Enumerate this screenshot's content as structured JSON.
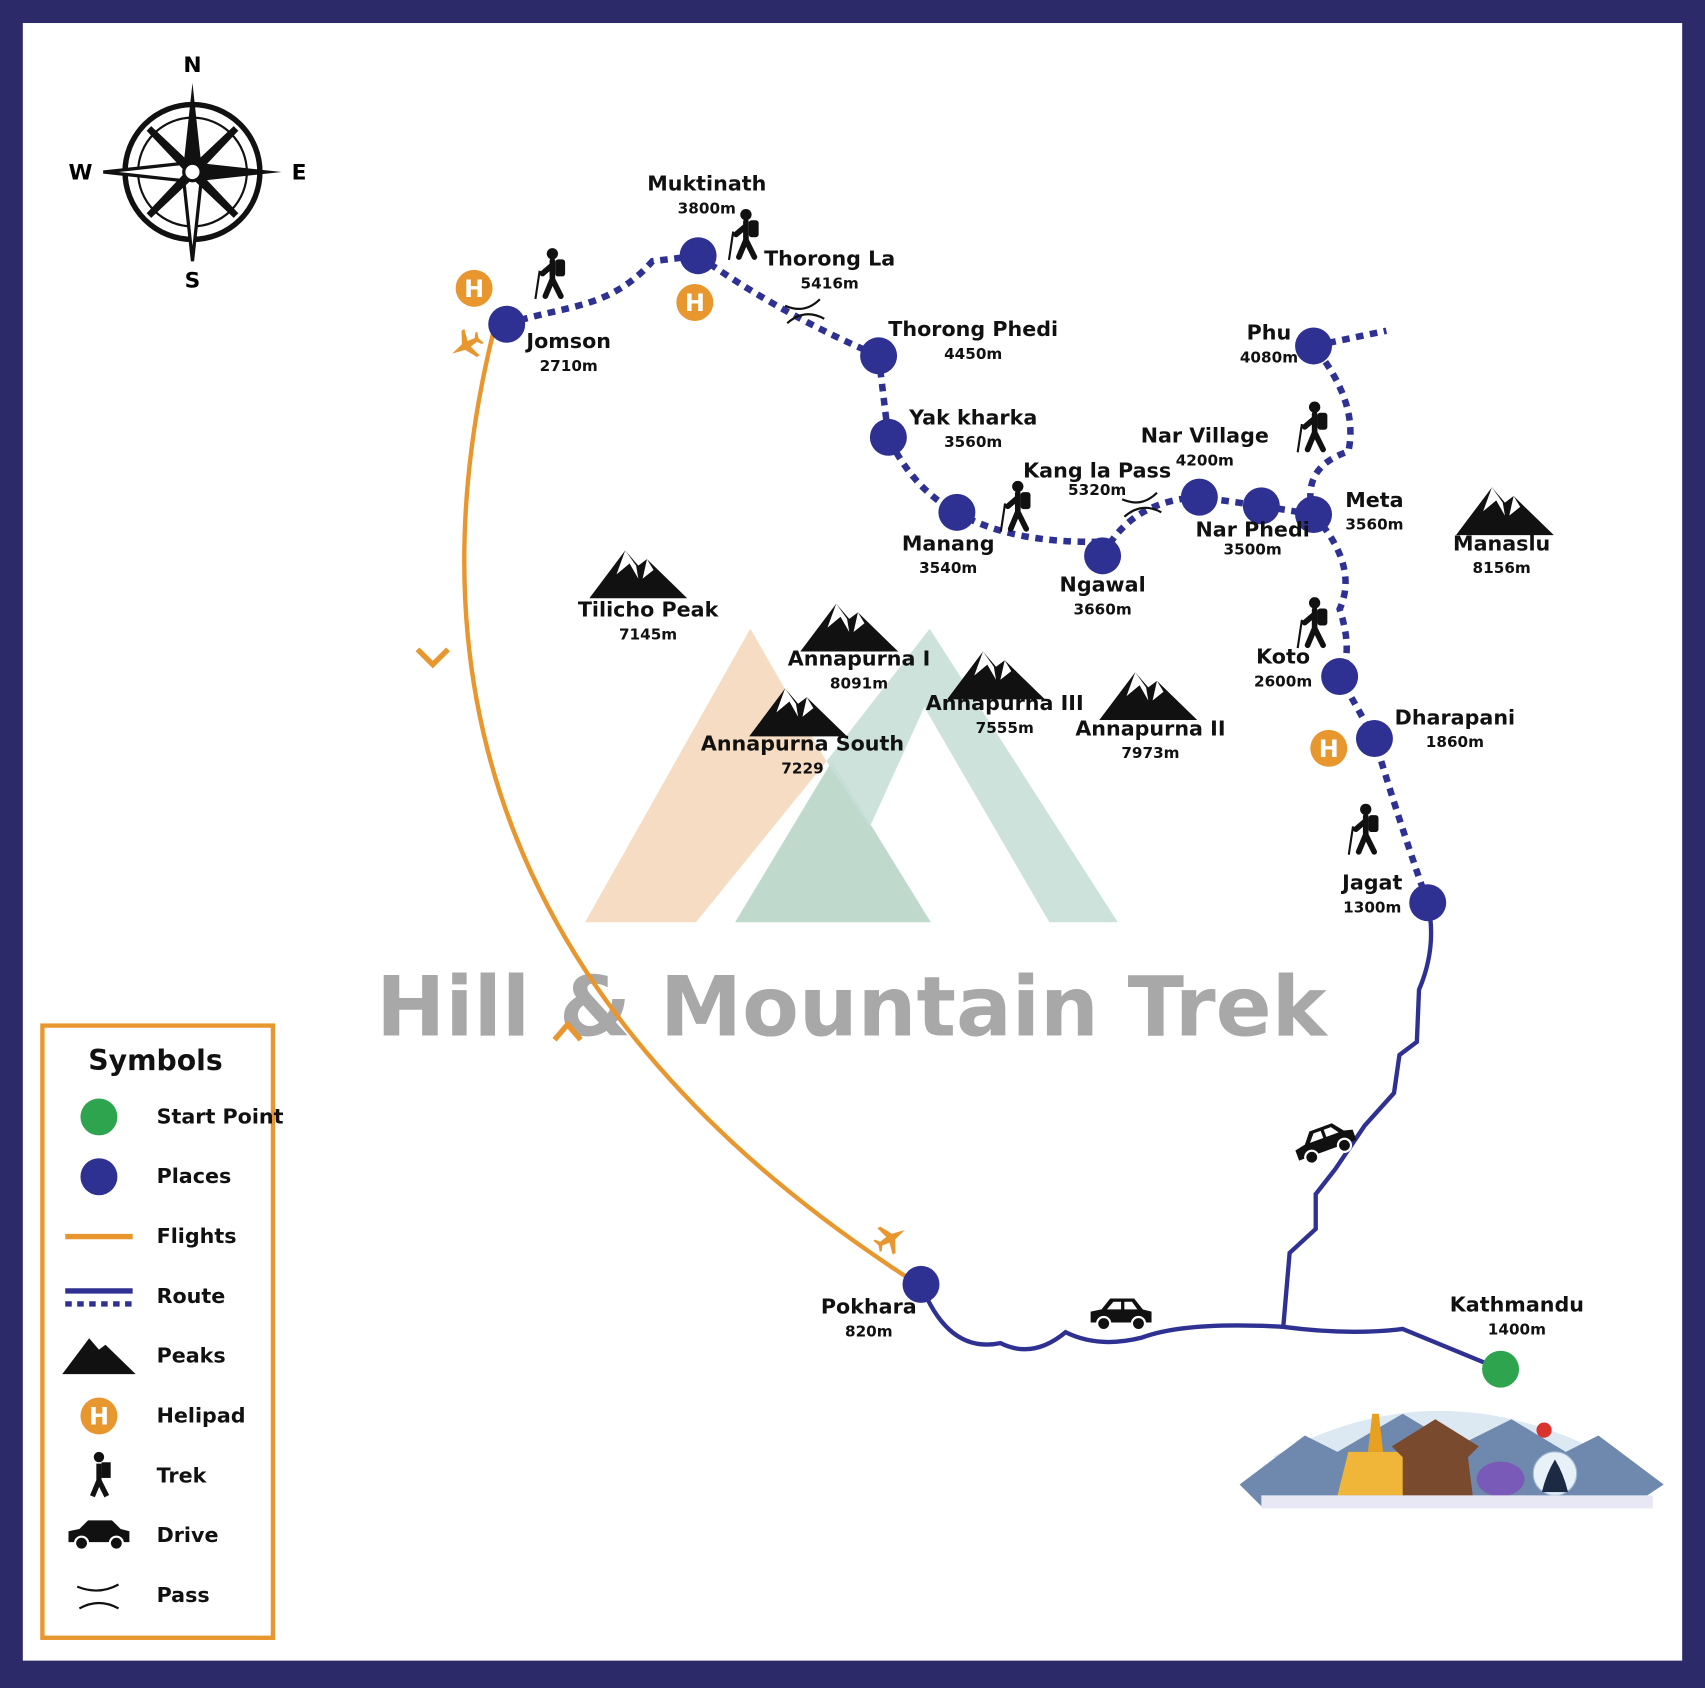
{
  "colors": {
    "frame": "#2d2a69",
    "place": "#2e3192",
    "start": "#2ea44f",
    "flight": "#e8962e",
    "helipad": "#e8962e",
    "watermark": "#a8a8a8"
  },
  "compass": {
    "n": "N",
    "s": "S",
    "e": "E",
    "w": "W"
  },
  "watermark": {
    "text": "Hill & Mountain Trek"
  },
  "places": [
    {
      "name": "Jomson",
      "elevation": "2710m"
    },
    {
      "name": "Muktinath",
      "elevation": "3800m"
    },
    {
      "name": "Thorong Phedi",
      "elevation": "4450m"
    },
    {
      "name": "Yak kharka",
      "elevation": "3560m"
    },
    {
      "name": "Manang",
      "elevation": "3540m"
    },
    {
      "name": "Ngawal",
      "elevation": "3660m"
    },
    {
      "name": "Nar Village",
      "elevation": "4200m"
    },
    {
      "name": "Nar Phedi",
      "elevation": "3500m"
    },
    {
      "name": "Meta",
      "elevation": "3560m"
    },
    {
      "name": "Phu",
      "elevation": "4080m"
    },
    {
      "name": "Koto",
      "elevation": "2600m"
    },
    {
      "name": "Dharapani",
      "elevation": "1860m"
    },
    {
      "name": "Jagat",
      "elevation": "1300m"
    },
    {
      "name": "Pokhara",
      "elevation": "820m"
    },
    {
      "name": "Kathmandu",
      "elevation": "1400m"
    }
  ],
  "passes": [
    {
      "name": "Thorong La",
      "elevation": "5416m"
    },
    {
      "name": "Kang la Pass",
      "elevation": "5320m"
    }
  ],
  "peaks": [
    {
      "name": "Tilicho Peak",
      "elevation": "7145m"
    },
    {
      "name": "Annapurna I",
      "elevation": "8091m"
    },
    {
      "name": "Annapurna III",
      "elevation": "7555m"
    },
    {
      "name": "Annapurna II",
      "elevation": "7973m"
    },
    {
      "name": "Annapurna South",
      "elevation": "7229"
    },
    {
      "name": "Manaslu",
      "elevation": "8156m"
    }
  ],
  "legend": {
    "title": "Symbols",
    "items": [
      {
        "label": "Start Point",
        "icon": "green-dot"
      },
      {
        "label": "Places",
        "icon": "blue-dot"
      },
      {
        "label": "Flights",
        "icon": "orange-line"
      },
      {
        "label": "Route",
        "icon": "route-line"
      },
      {
        "label": "Peaks",
        "icon": "mountain"
      },
      {
        "label": "Helipad",
        "icon": "helipad"
      },
      {
        "label": "Trek",
        "icon": "hiker"
      },
      {
        "label": "Drive",
        "icon": "car"
      },
      {
        "label": "Pass",
        "icon": "pass"
      }
    ]
  },
  "helipad_letter": "H"
}
